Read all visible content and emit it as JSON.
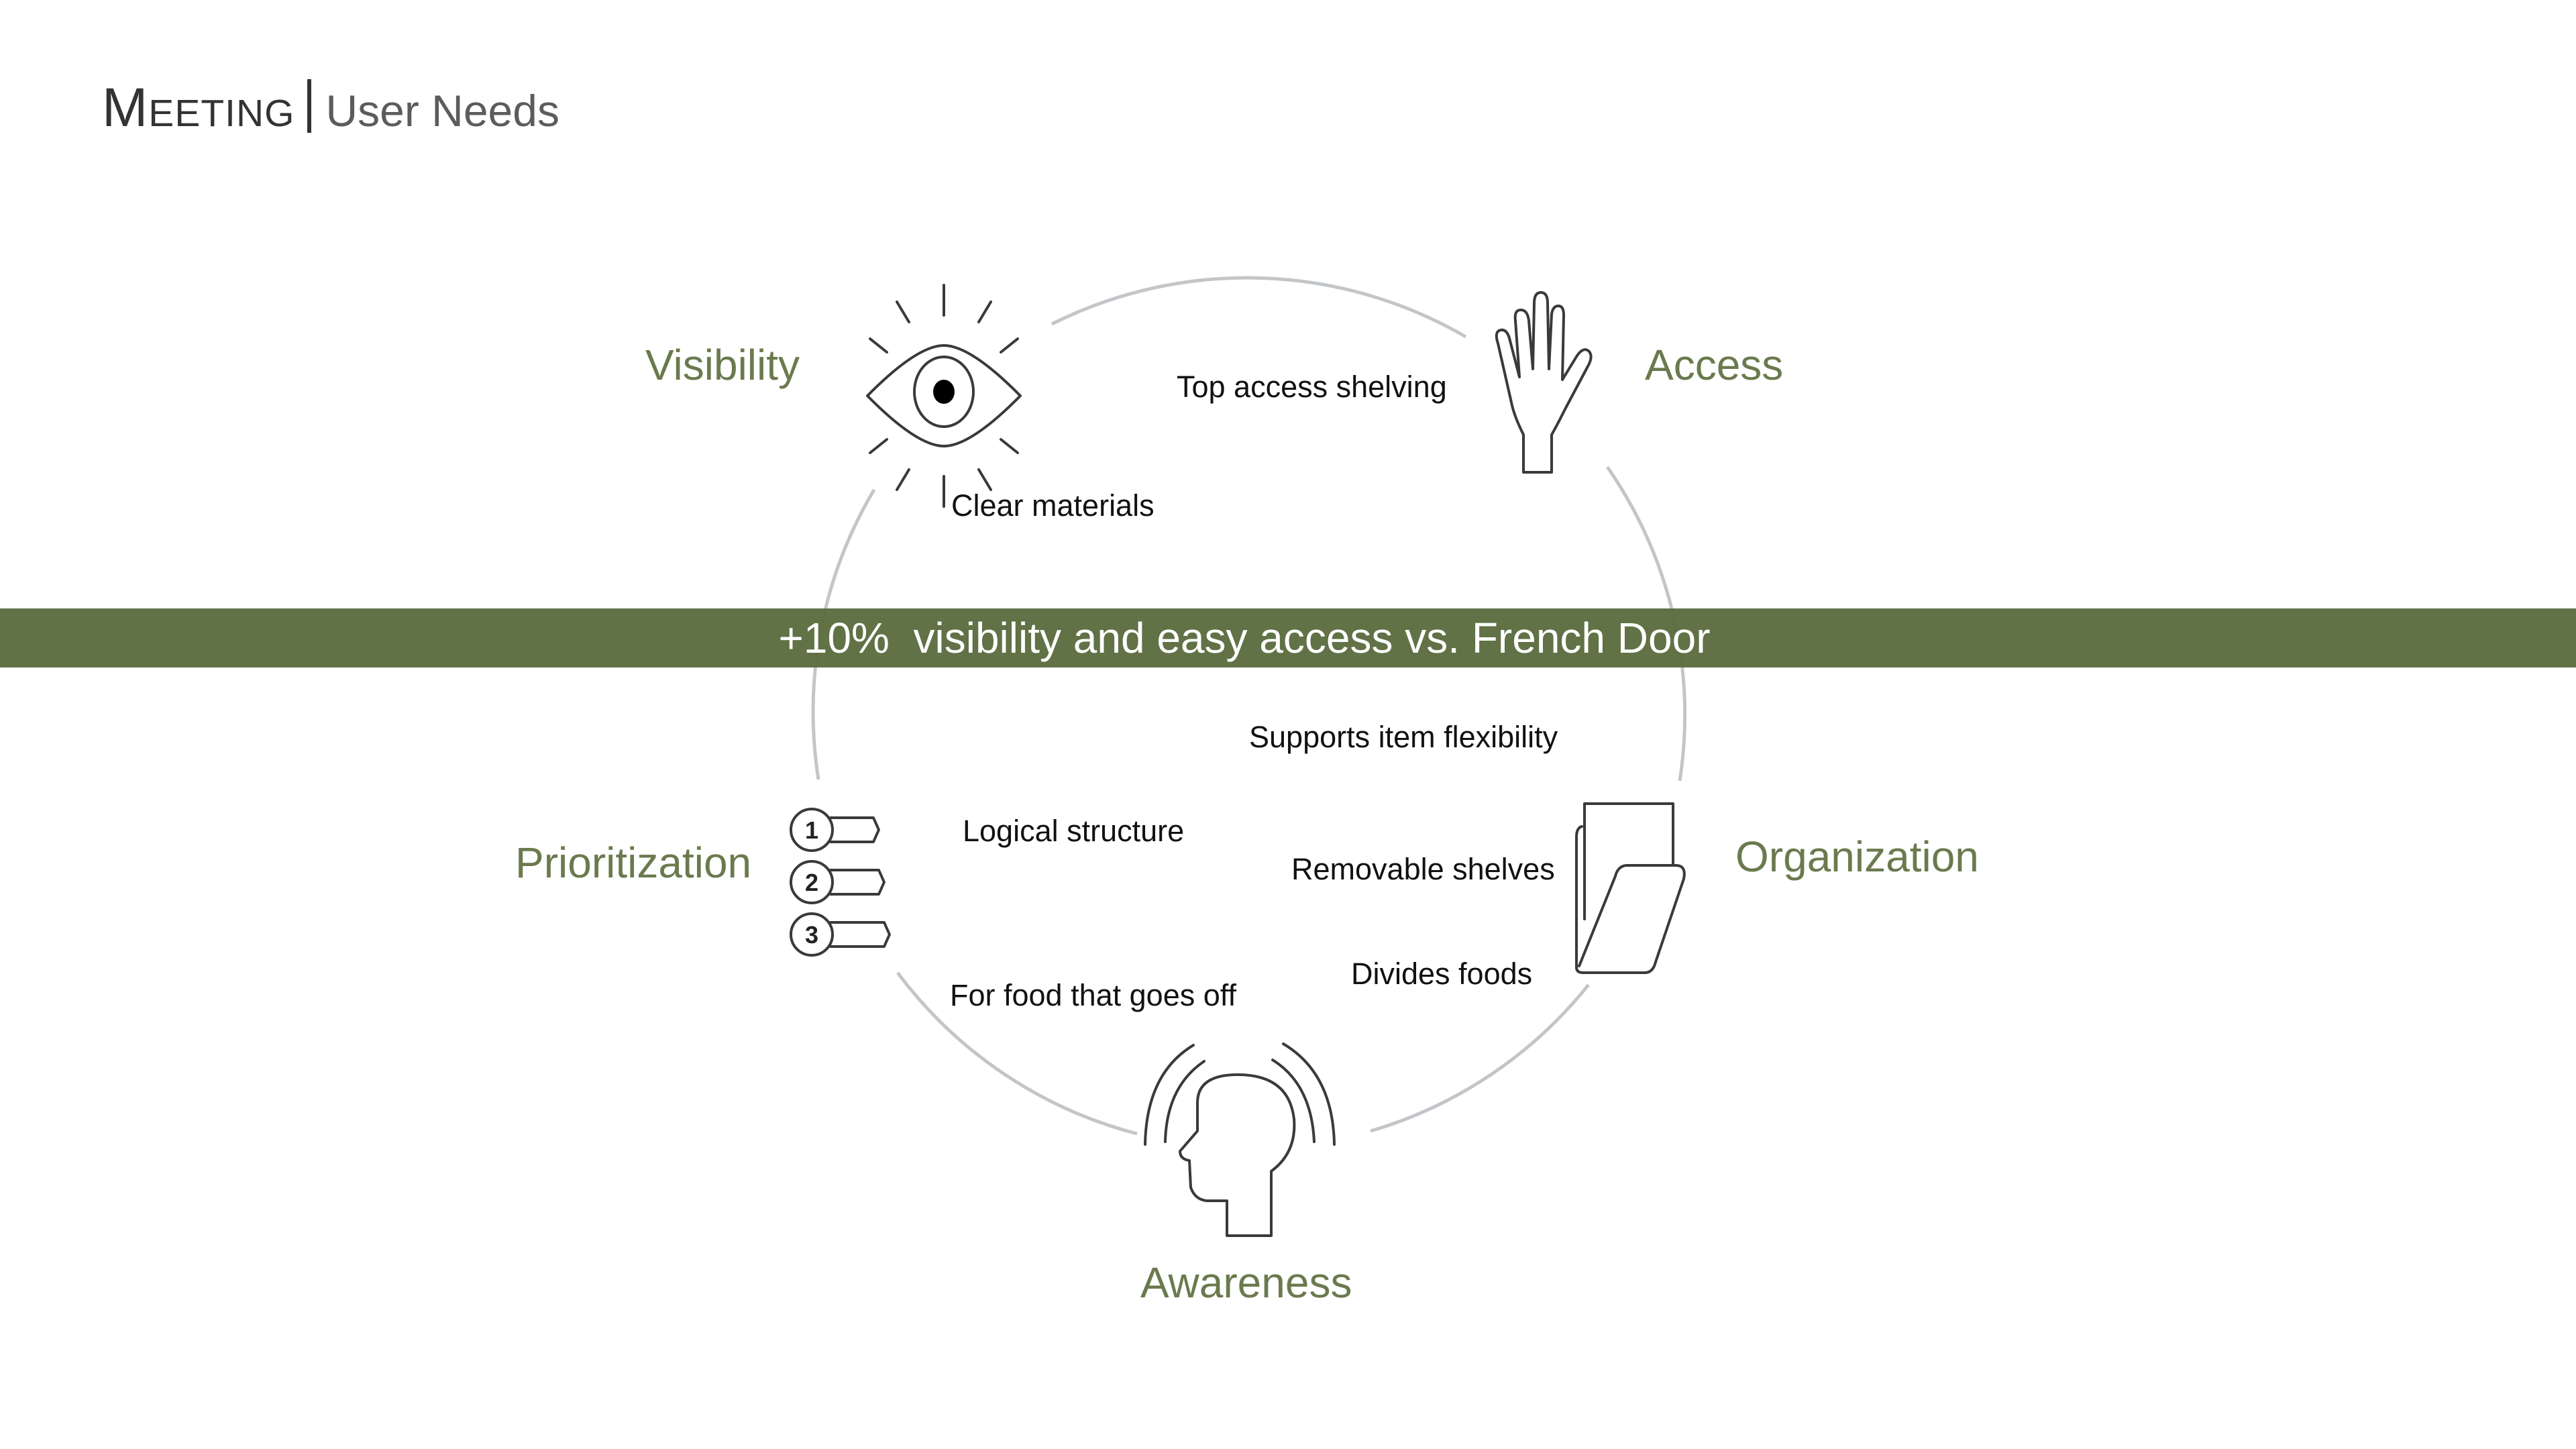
{
  "header": {
    "title_main": "Meeting",
    "title_sub": "User Needs"
  },
  "colors": {
    "accent_green": "#6b7a4e",
    "band_green": "#617045",
    "circle_gray": "#c3c6c9",
    "icon_stroke": "#3a3a3a"
  },
  "needs": [
    {
      "id": "visibility",
      "label": "Visibility",
      "icon": "eye-icon"
    },
    {
      "id": "access",
      "label": "Access",
      "icon": "hand-icon"
    },
    {
      "id": "organization",
      "label": "Organization",
      "icon": "folder-icon"
    },
    {
      "id": "awareness",
      "label": "Awareness",
      "icon": "head-signal-icon"
    },
    {
      "id": "prioritization",
      "label": "Prioritization",
      "icon": "numbered-list-icon"
    }
  ],
  "features": {
    "top_access_shelving": "Top access shelving",
    "clear_materials": "Clear materials",
    "supports_item_flexibility": "Supports item flexibility",
    "logical_structure": "Logical structure",
    "removable_shelves": "Removable shelves",
    "divides_foods": "Divides foods",
    "for_food_that_goes_off": "For food that goes off"
  },
  "priority_numbers": [
    "1",
    "2",
    "3"
  ],
  "banner": {
    "text": "+10%  visibility and easy access vs. French Door"
  }
}
